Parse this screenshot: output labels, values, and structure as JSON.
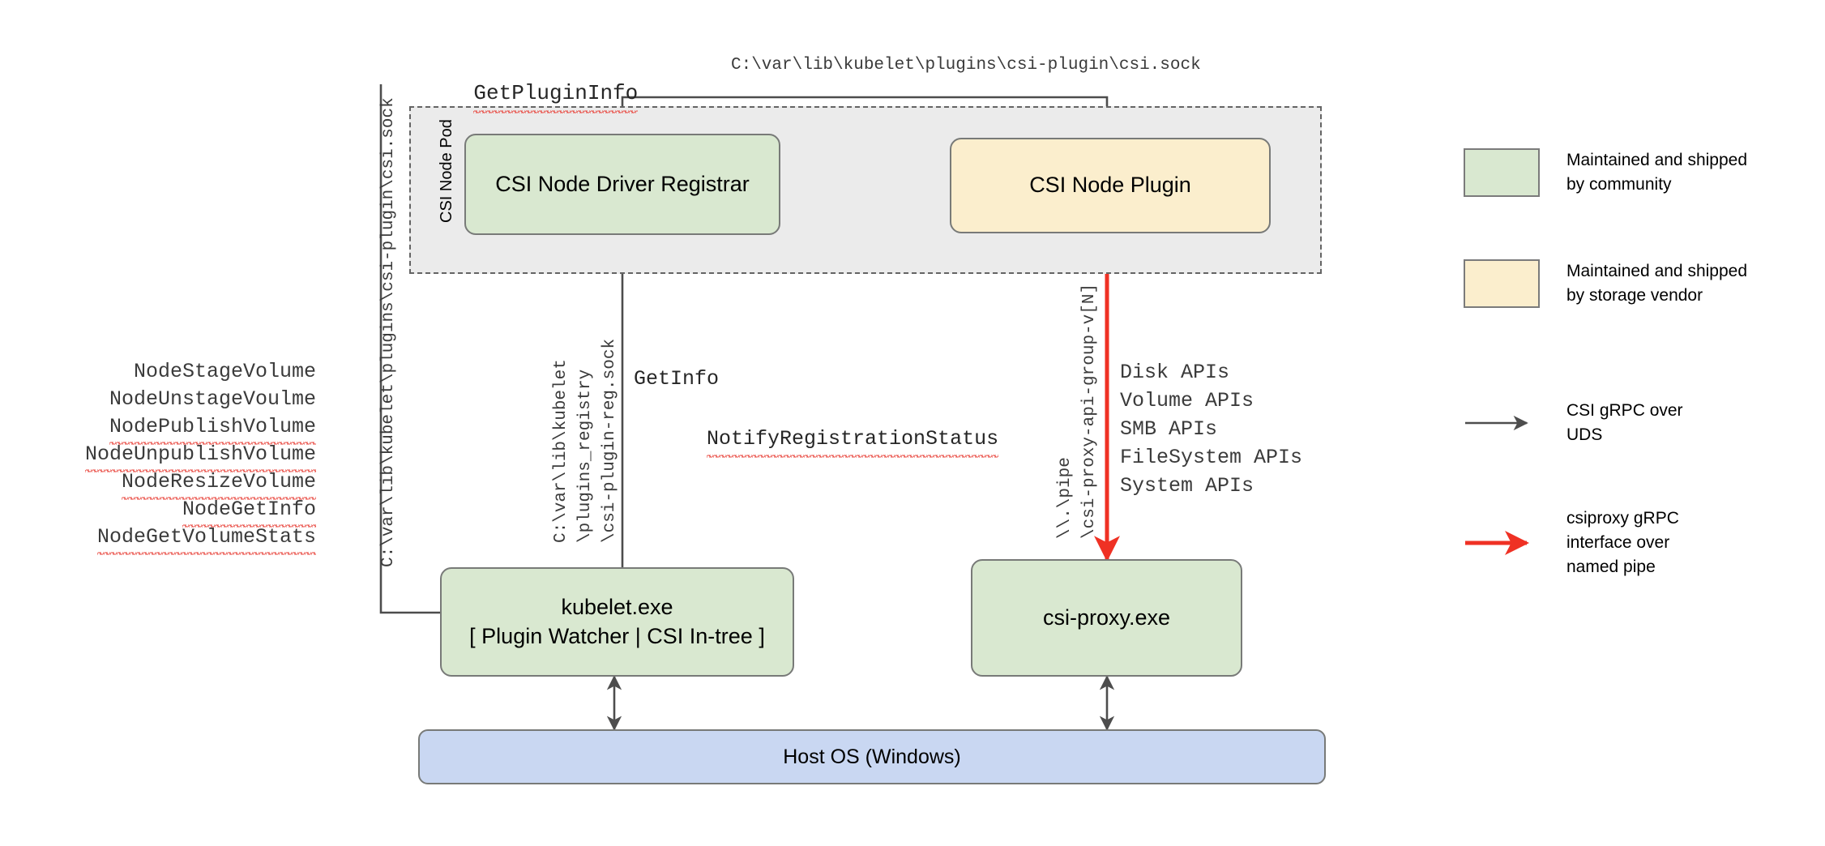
{
  "diagram": {
    "title_not_shown": "",
    "pod": {
      "label": "CSI Node Pod"
    },
    "nodes": {
      "registrar": {
        "label": "CSI Node Driver Registrar",
        "fill": "#d9e8d0"
      },
      "node_plugin": {
        "label": "CSI Node Plugin",
        "fill": "#fbeecd"
      },
      "kubelet": {
        "label": "kubelet.exe\n[ Plugin Watcher | CSI In-tree ]",
        "fill": "#d9e8d0"
      },
      "csi_proxy": {
        "label": "csi-proxy.exe",
        "fill": "#d9e8d0"
      },
      "host_os": {
        "label": "Host OS (Windows)",
        "fill": "#c9d7f2"
      }
    },
    "edge_labels": {
      "get_plugin_info": "GetPluginInfo",
      "csi_sock_top": "C:\\var\\lib\\kubelet\\plugins\\csi-plugin\\csi.sock",
      "csi_sock_left": "C:\\var\\lib\\kubelet\\plugins\\csi-plugin\\csi.sock",
      "registry_sock": [
        "C:\\var\\lib\\kubelet",
        "\\plugins_registry",
        "\\csi-plugin-reg.sock"
      ],
      "named_pipe": [
        "\\\\.\\pipe",
        "\\csi-proxy-api-group-v[N]"
      ],
      "get_info": "GetInfo",
      "notify_registration_status": "NotifyRegistrationStatus"
    },
    "csi_node_rpcs": [
      "NodeStageVolume",
      "NodeUnstageVoulme",
      "NodePublishVolume",
      "NodeUnpublishVolume",
      "NodeResizeVolume",
      "NodeGetInfo",
      "NodeGetVolumeStats"
    ],
    "csi_proxy_apis": [
      "Disk APIs",
      "Volume APIs",
      "SMB APIs",
      "FileSystem APIs",
      "System APIs"
    ],
    "legend": {
      "swatches": [
        {
          "color_name": "green",
          "color": "#d9e8d0",
          "text": "Maintained and shipped\nby community"
        },
        {
          "color_name": "yellow",
          "color": "#fbeecd",
          "text": "Maintained and shipped\nby storage vendor"
        }
      ],
      "arrows": [
        {
          "color_name": "gray",
          "color": "#4d4d4d",
          "text": "CSI gRPC over\nUDS"
        },
        {
          "color_name": "red",
          "color": "#ef3124",
          "text": "csiproxy gRPC\ninterface over\nnamed pipe"
        }
      ]
    },
    "colors": {
      "community_green": "#d9e8d0",
      "vendor_yellow": "#fbeecd",
      "host_blue": "#c9d7f2",
      "pod_gray": "#ebebeb",
      "edge_gray": "#4d4d4d",
      "edge_red": "#ef3124",
      "spellcheck_red": "#e8453c"
    }
  }
}
